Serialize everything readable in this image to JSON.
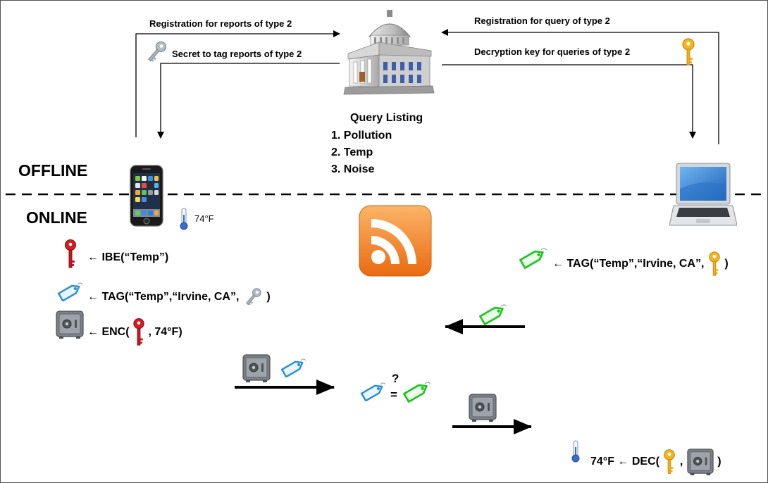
{
  "labels": {
    "registration_reports": "Registration for reports of type 2",
    "secret_tag_reports": "Secret to tag reports of type 2",
    "registration_query": "Registration for query of type 2",
    "decryption_key_queries": "Decryption key for queries of type 2",
    "offline": "OFFLINE",
    "online": "ONLINE"
  },
  "query_listing": {
    "title": "Query Listing",
    "items": [
      "1. Pollution",
      "2. Temp",
      "3. Noise"
    ]
  },
  "sensor": {
    "reading": "74°F"
  },
  "formulas": {
    "ibe": "← IBE(“Temp”)",
    "tag_left_prefix": "← TAG(“Temp”,“Irvine, CA”,",
    "tag_left_suffix": ")",
    "enc_prefix": "← ENC(",
    "enc_suffix": ", 74°F)",
    "tag_right_prefix": "← TAG(“Temp”,“Irvine, CA”,",
    "tag_right_suffix": ")",
    "dec_prefix": "74°F ← DEC(",
    "dec_comma": ",",
    "dec_suffix": ")",
    "question": "?",
    "equals": "="
  },
  "icons": [
    "government-building-icon",
    "smartphone-icon",
    "laptop-icon",
    "rss-feed-icon",
    "thermometer-icon",
    "silver-key-icon",
    "gold-key-icon",
    "red-key-icon",
    "blue-tag-icon",
    "green-tag-icon",
    "safe-icon"
  ],
  "colors": {
    "red_key": "#c8161d",
    "gold_key": "#f2b01e",
    "silver_key": "#a9b2b8",
    "blue_tag": "#4fb3e8",
    "green_tag": "#2fd12f",
    "rss": "#f28a1c"
  }
}
